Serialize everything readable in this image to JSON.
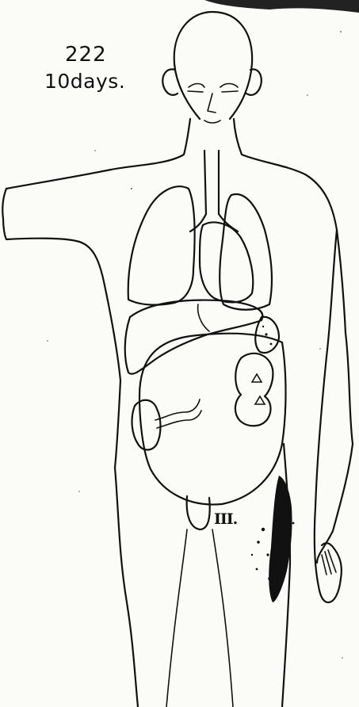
{
  "annotation": {
    "case_number": "222",
    "duration": "10days.",
    "region_marker": "III."
  },
  "colors": {
    "ink": "#111111",
    "paper": "#fbfbf7"
  },
  "legend_marks": [
    "triangle",
    "triangle"
  ]
}
